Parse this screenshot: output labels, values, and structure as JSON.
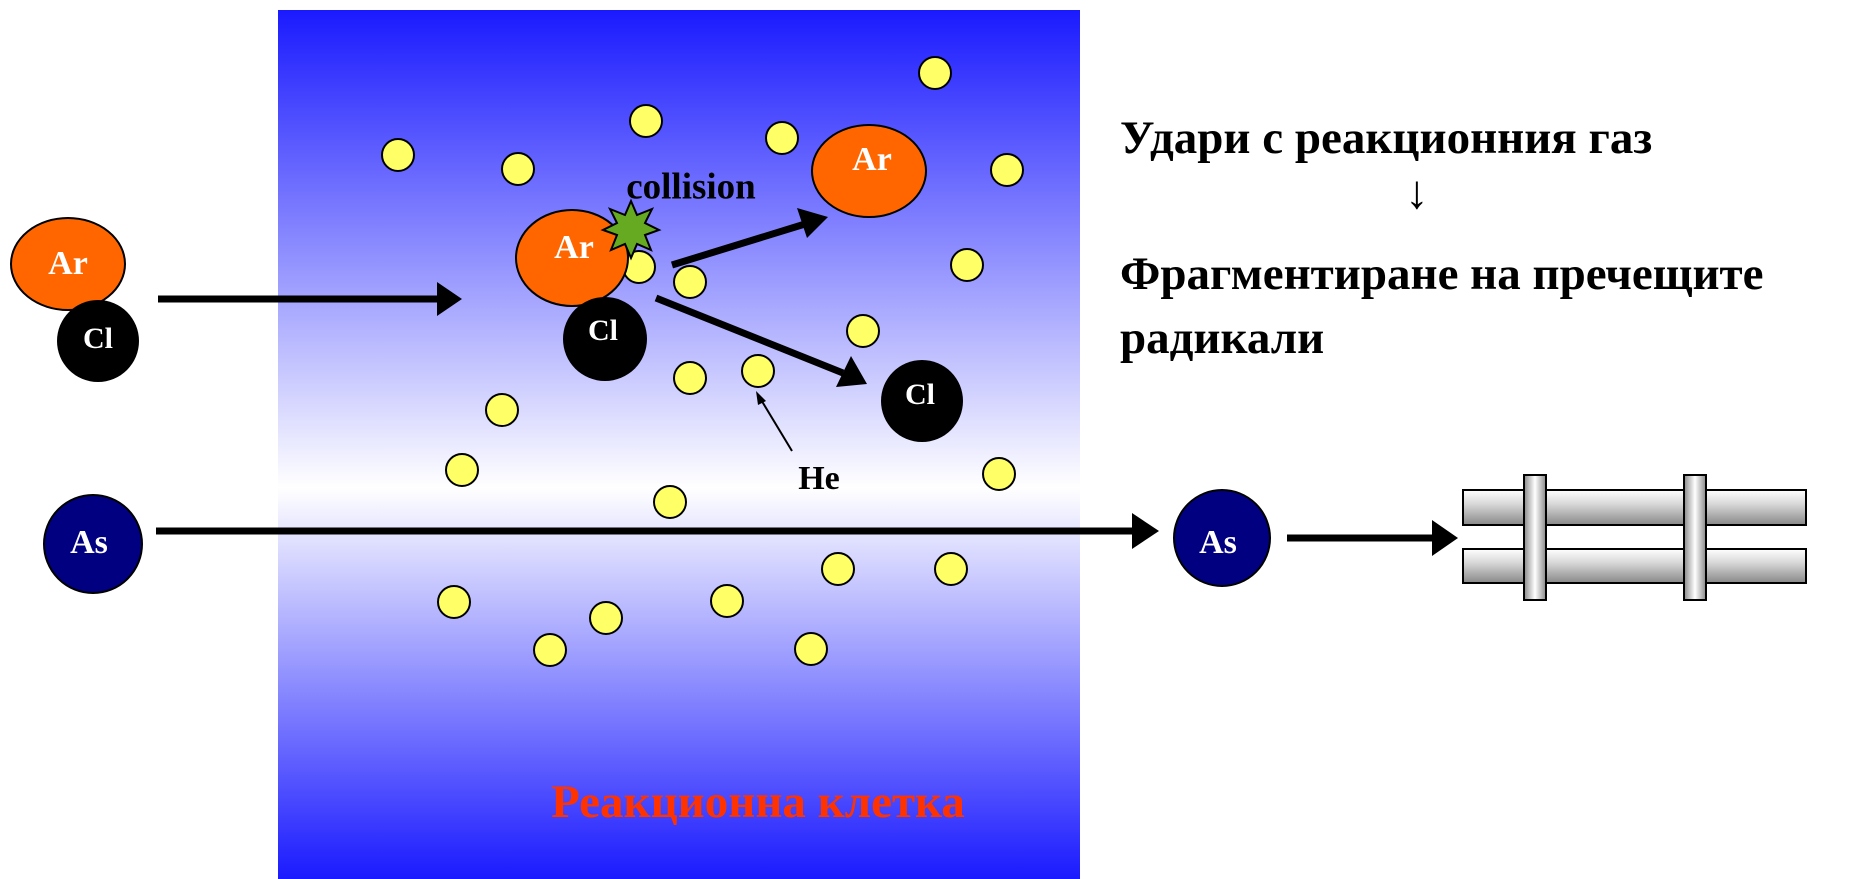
{
  "labels": {
    "ar": "Ar",
    "cl": "Cl",
    "as": "As",
    "he": "He",
    "collision": "collision",
    "cell": "Реакционна клетка"
  },
  "side_text": {
    "line1": "Удари с реакционния газ",
    "arrow": "↓",
    "line2": "Фрагментиране на пречещите",
    "line3": "радикали"
  },
  "colors": {
    "cell_gradient_top": "#1a1aff",
    "cell_gradient_mid": "#ffffff",
    "cell_gradient_bottom": "#1a1aff",
    "ar_fill": "#ff6600",
    "cl_fill": "#000000",
    "as_fill": "#000080",
    "he_fill": "#ffff66",
    "collision_fill": "#66aa22",
    "cell_label": "#ff3300"
  }
}
